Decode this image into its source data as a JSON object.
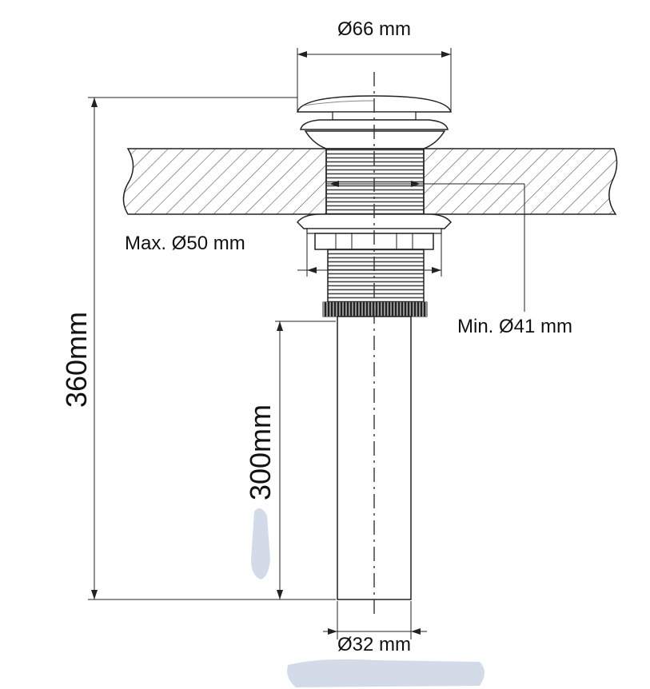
{
  "diagram": {
    "labels": {
      "top_diameter": "Ø66 mm",
      "max_diameter": "Max. Ø50 mm",
      "min_diameter": "Min. Ø41  mm",
      "total_height": "360mm",
      "pipe_length": "300mm",
      "pipe_diameter": "Ø32 mm"
    },
    "colors": {
      "line": "#222222",
      "hatch": "#555555",
      "background": "#ffffff",
      "smudge": "#c9d2e2"
    }
  }
}
